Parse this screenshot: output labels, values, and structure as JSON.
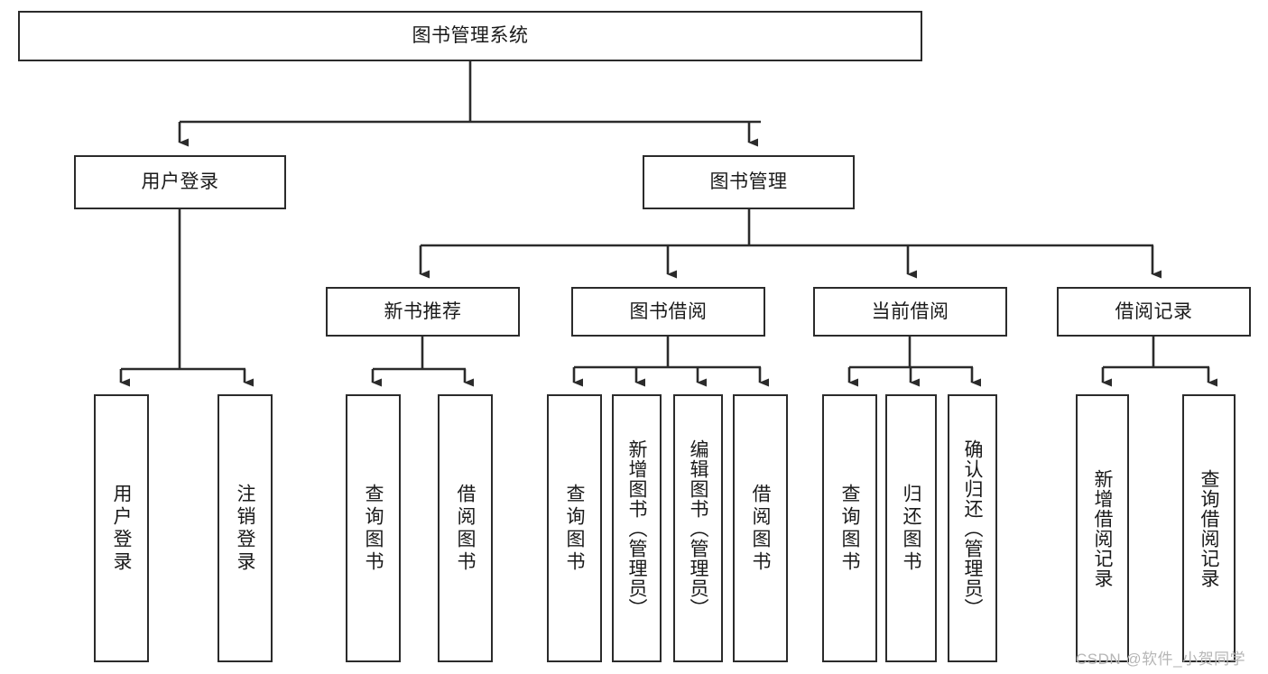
{
  "diagram": {
    "type": "tree-hierarchy",
    "title": "图书管理系统",
    "root": {
      "id": "root",
      "label": "图书管理系统",
      "orientation": "horizontal"
    },
    "level2": [
      {
        "id": "user-login",
        "label": "用户登录",
        "orientation": "horizontal"
      },
      {
        "id": "book-manage",
        "label": "图书管理",
        "orientation": "horizontal"
      }
    ],
    "level3": [
      {
        "id": "new-book-recommend",
        "label": "新书推荐",
        "orientation": "horizontal",
        "parent": "book-manage"
      },
      {
        "id": "book-borrow",
        "label": "图书借阅",
        "orientation": "horizontal",
        "parent": "book-manage"
      },
      {
        "id": "current-borrow",
        "label": "当前借阅",
        "orientation": "horizontal",
        "parent": "book-manage"
      },
      {
        "id": "borrow-record",
        "label": "借阅记录",
        "orientation": "horizontal",
        "parent": "book-manage"
      }
    ],
    "leaves": [
      {
        "id": "leaf-user-login",
        "label": "用户登录",
        "parent": "user-login",
        "orientation": "vertical"
      },
      {
        "id": "leaf-logout",
        "label": "注销登录",
        "parent": "user-login",
        "orientation": "vertical"
      },
      {
        "id": "leaf-query-book-1",
        "label": "查询图书",
        "parent": "new-book-recommend",
        "orientation": "vertical"
      },
      {
        "id": "leaf-borrow-book-1",
        "label": "借阅图书",
        "parent": "new-book-recommend",
        "orientation": "vertical"
      },
      {
        "id": "leaf-query-book-2",
        "label": "查询图书",
        "parent": "book-borrow",
        "orientation": "vertical"
      },
      {
        "id": "leaf-add-book",
        "label": "新增图书（管理员）",
        "parent": "book-borrow",
        "orientation": "vertical"
      },
      {
        "id": "leaf-edit-book",
        "label": "编辑图书（管理员）",
        "parent": "book-borrow",
        "orientation": "vertical"
      },
      {
        "id": "leaf-borrow-book-2",
        "label": "借阅图书",
        "parent": "book-borrow",
        "orientation": "vertical"
      },
      {
        "id": "leaf-query-book-3",
        "label": "查询图书",
        "parent": "current-borrow",
        "orientation": "vertical"
      },
      {
        "id": "leaf-return-book",
        "label": "归还图书",
        "parent": "current-borrow",
        "orientation": "vertical"
      },
      {
        "id": "leaf-confirm-return",
        "label": "确认归还（管理员）",
        "parent": "current-borrow",
        "orientation": "vertical"
      },
      {
        "id": "leaf-add-record",
        "label": "新增借阅记录",
        "parent": "borrow-record",
        "orientation": "vertical"
      },
      {
        "id": "leaf-query-record",
        "label": "查询借阅记录",
        "parent": "borrow-record",
        "orientation": "vertical"
      }
    ],
    "colors": {
      "box_border": "#2b2b2b",
      "box_fill": "#ffffff",
      "connector": "#2b2b2b",
      "text": "#1a1a1a",
      "watermark": "#b6b6b6",
      "background": "#ffffff"
    }
  },
  "watermark": {
    "text": "CSDN @软件_小贺同学"
  }
}
